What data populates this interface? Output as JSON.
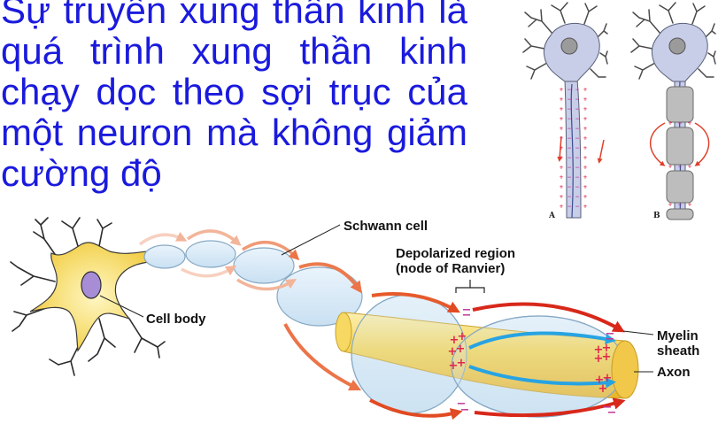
{
  "slide": {
    "title_lines": [
      "Sự truyền xung thần kinh là",
      "quá trình xung thần kinh",
      "chạy dọc theo sợi trục của",
      "một neuron mà không giảm",
      "cường độ"
    ]
  },
  "top_figure": {
    "label_a": "A",
    "label_b": "B"
  },
  "diagram": {
    "labels": {
      "schwann_cell": "Schwann cell",
      "depolarized_region": "Depolarized region",
      "node_of_ranvier": "(node of Ranvier)",
      "cell_body": "Cell body",
      "myelin": "Myelin",
      "sheath": "sheath",
      "axon": "Axon"
    },
    "charges": {
      "positive": "+",
      "negative": "−"
    }
  },
  "colors": {
    "title_text": "#1a1add",
    "axon": "#f5d452",
    "schwann_cell": "#d6e9f6",
    "nucleus": "#a78dd6",
    "positive_charge": "#e2264d",
    "negative_charge": "#c0389a",
    "impulse_arrow": "#d8281a",
    "current_arrow": "#27a3e3"
  }
}
